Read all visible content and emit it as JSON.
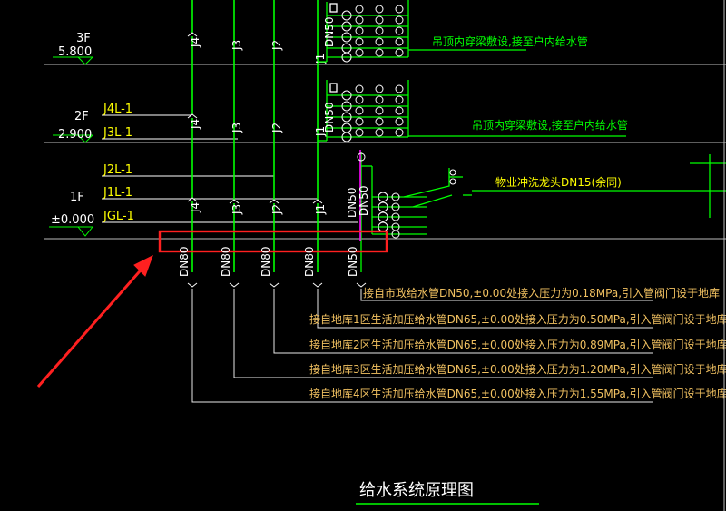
{
  "floors": [
    {
      "name": "3F",
      "elevation": "5.800"
    },
    {
      "name": "2F",
      "elevation": "2.900"
    },
    {
      "name": "1F",
      "elevation": "±0.000"
    }
  ],
  "risers_2f": [
    "J4L-1",
    "J3L-1"
  ],
  "risers_1f": [
    "J2L-1",
    "J1L-1",
    "JGL-1"
  ],
  "vertical_pipe_labels": {
    "top_row": [
      "J4",
      "J3",
      "J2",
      "J1"
    ],
    "mid_row": [
      "J4",
      "J3",
      "J2",
      "J1"
    ],
    "dn50_upper": "DN50",
    "dn50_mid": "DN50",
    "dn50_low_a": "DN50",
    "dn50_low_b": "DN50"
  },
  "bottom_sizes": [
    "DN80",
    "DN80",
    "DN80",
    "DN80",
    "DN50"
  ],
  "annotations": {
    "ceiling_upper": "吊顶内穿梁敷设,接至户内给水管",
    "ceiling_lower": "吊顶内穿梁敷设,接至户内给水管",
    "faucet": "物业冲洗龙头DN15(余同)"
  },
  "supply_notes": [
    "接自市政给水管DN50,±0.00处接入压力为0.18MPa,引入管阀门设于地库",
    "接自地库1区生活加压给水管DN65,±0.00处接入压力为0.50MPa,引入管阀门设于地库",
    "接自地库2区生活加压给水管DN65,±0.00处接入压力为0.89MPa,引入管阀门设于地库",
    "接自地库3区生活加压给水管DN65,±0.00处接入压力为1.20MPa,引入管阀门设于地库",
    "接自地库4区生活加压给水管DN65,±0.00处接入压力为1.55MPa,引入管阀门设于地库"
  ],
  "title": "给水系统原理图",
  "colors": {
    "background": "#000000",
    "pipe": "#00ff00",
    "label": "#ffffff",
    "riser_label": "#ffff00",
    "supply_note": "#f0c060",
    "highlight": "#ff2020",
    "floor_line": "#c8c8c8"
  }
}
